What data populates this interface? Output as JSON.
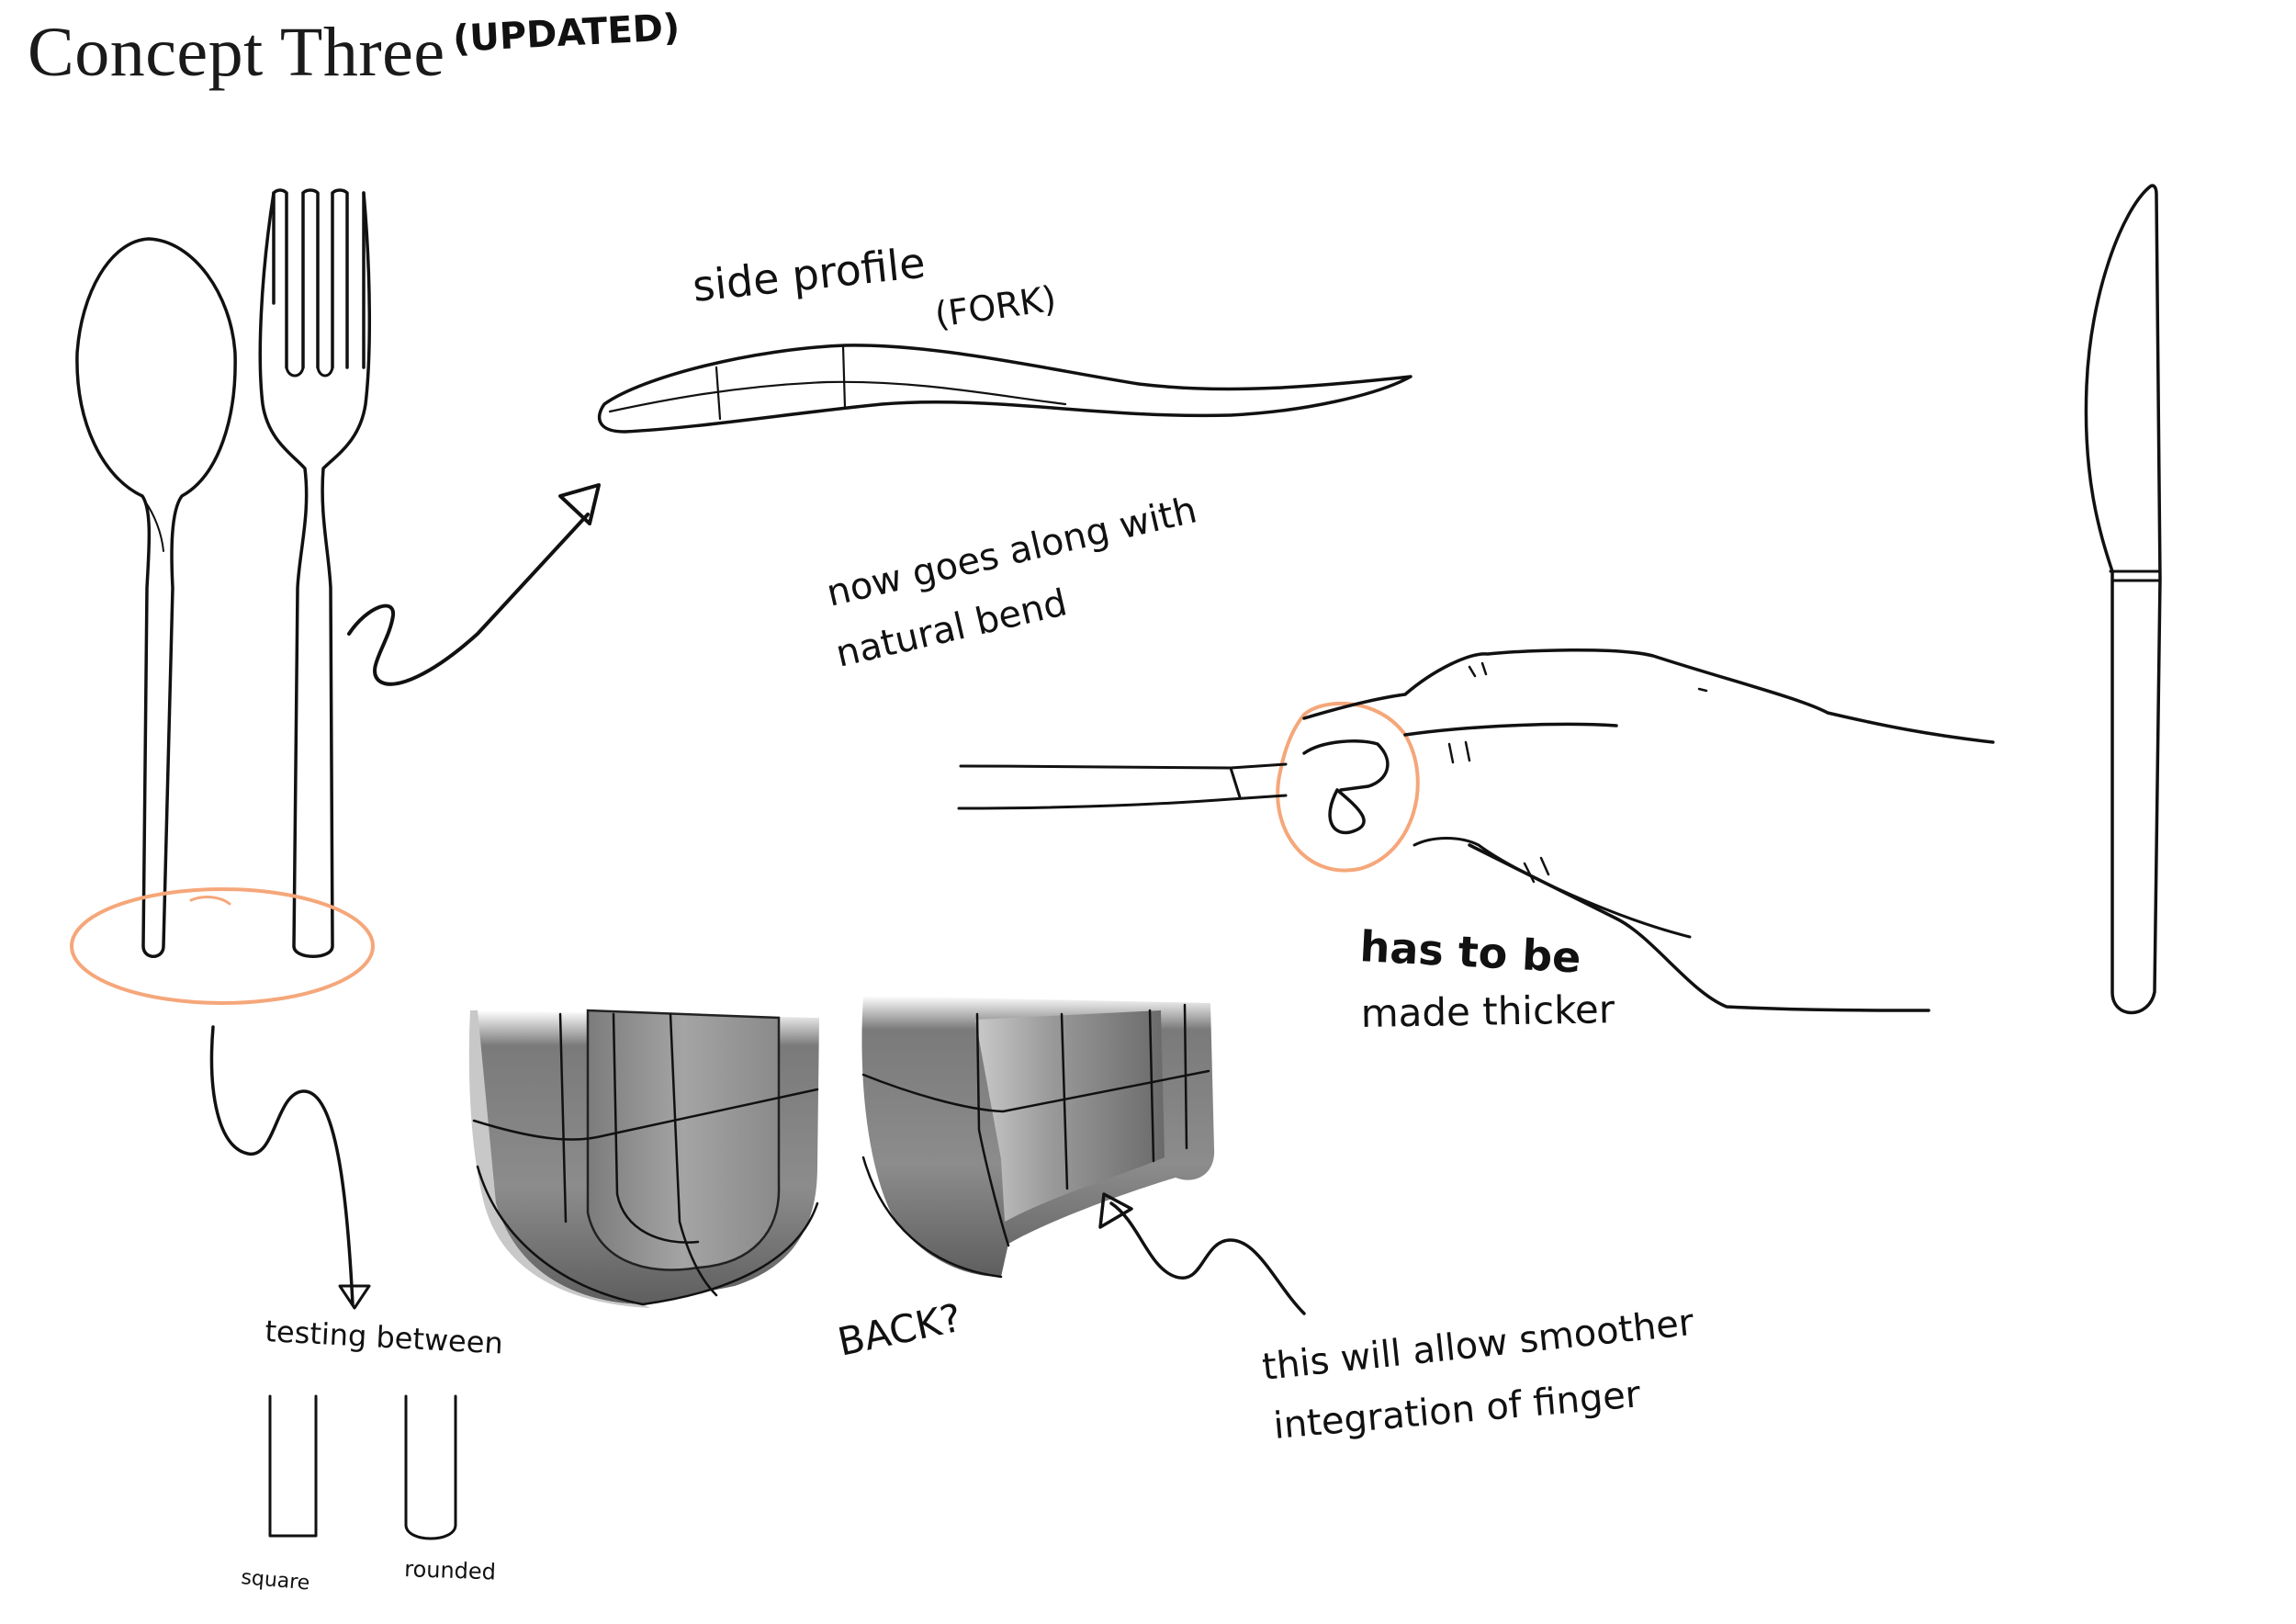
{
  "page": {
    "title": "Concept Three",
    "title_tag": "(UPDATED)"
  },
  "annotations": {
    "side_profile": "side profile",
    "fork": "(FORK)",
    "now_goes_along_with": "now goes along with",
    "natural_bend": "natural bend",
    "has_to_be": "has to be",
    "made_thicker": "made thicker",
    "testing_between": "testing between",
    "square": "square",
    "rounded": "rounded",
    "back": "BACK?",
    "smoother_line1": "this will allow smoother",
    "smoother_line2": "integration of finger"
  },
  "colors": {
    "ink": "#111111",
    "highlight": "#f5a77a",
    "shade_dark": "#6e6e6e",
    "shade_light": "#d8d8d8"
  }
}
